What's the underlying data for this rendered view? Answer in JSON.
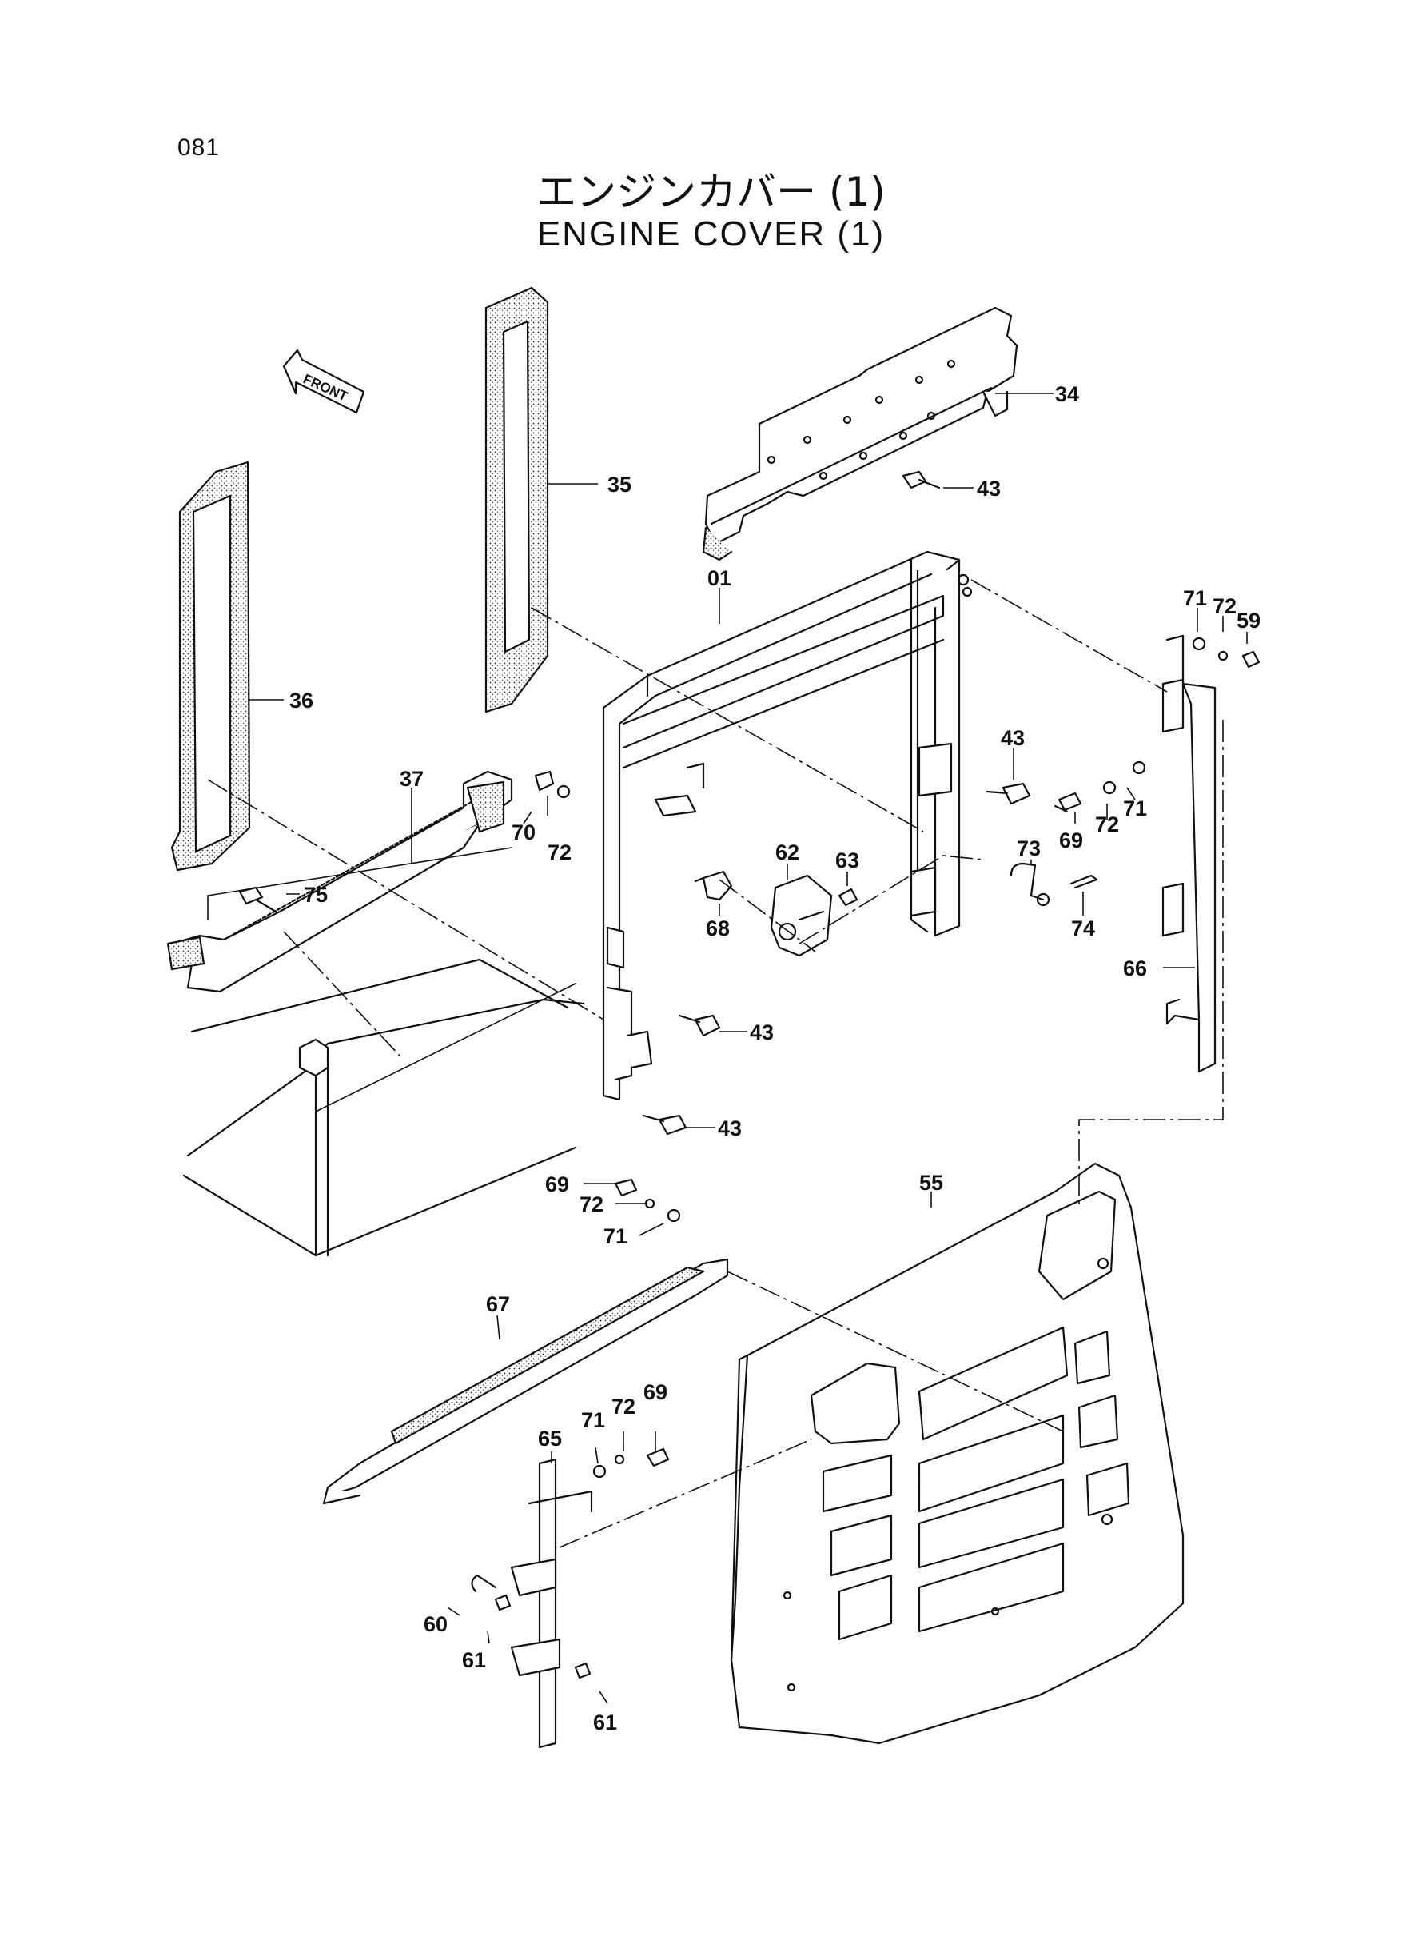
{
  "page_number": "081",
  "title_jp": "エンジンカバー (1)",
  "title_en": "ENGINE COVER (1)",
  "front_marker": "FRONT",
  "callouts": {
    "c34": "34",
    "c35": "35",
    "c36": "36",
    "c37": "37",
    "c01": "01",
    "c43a": "43",
    "c43b": "43",
    "c43c": "43",
    "c43d": "43",
    "c71a": "71",
    "c72a": "72",
    "c59": "59",
    "c71b": "71",
    "c72b": "72",
    "c69a": "69",
    "c73": "73",
    "c74": "74",
    "c66": "66",
    "c62": "62",
    "c63": "63",
    "c68": "68",
    "c70": "70",
    "c72c": "72",
    "c75": "75",
    "c69b": "69",
    "c72d": "72",
    "c71c": "71",
    "c55": "55",
    "c67": "67",
    "c65": "65",
    "c71d": "71",
    "c72e": "72",
    "c69c": "69",
    "c60": "60",
    "c61a": "61",
    "c61b": "61"
  },
  "colors": {
    "ink": "#111111",
    "paper": "#ffffff"
  }
}
